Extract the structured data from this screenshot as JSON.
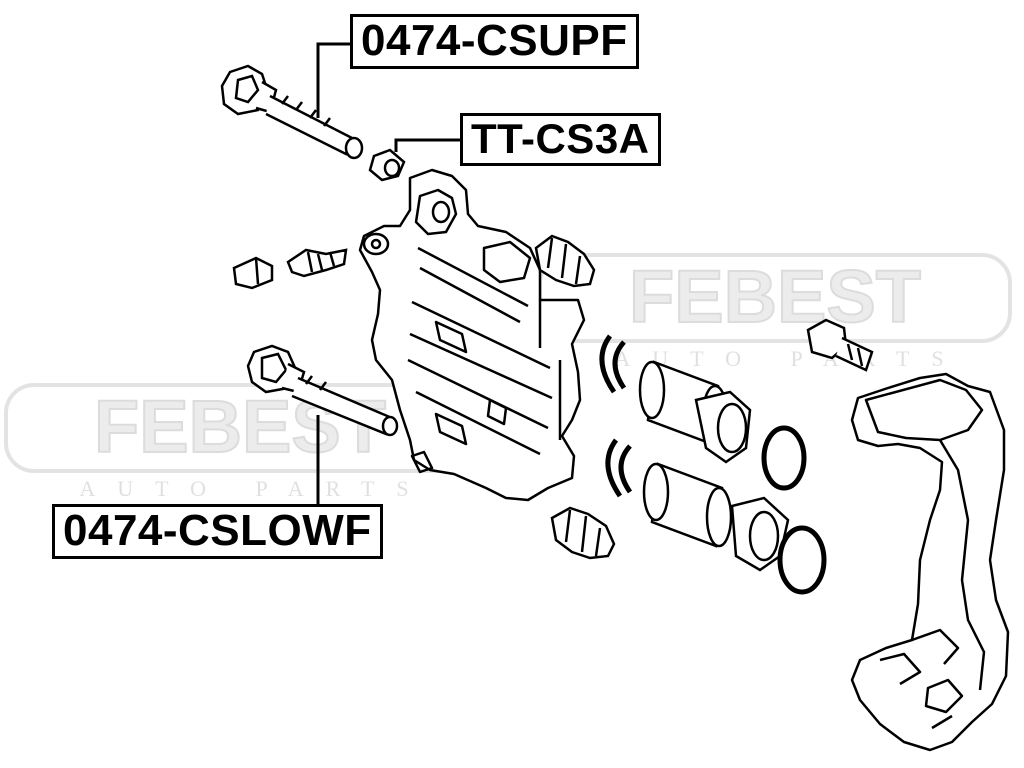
{
  "labels": {
    "upper_pin": "0474-CSUPF",
    "bushing": "TT-CS3A",
    "lower_pin": "0474-CSLOWF"
  },
  "watermarks": {
    "brand": "FEBEST",
    "tagline": "AUTO PARTS"
  },
  "colors": {
    "line": "#000000",
    "watermark": "#e3e3e3",
    "background": "#ffffff"
  }
}
